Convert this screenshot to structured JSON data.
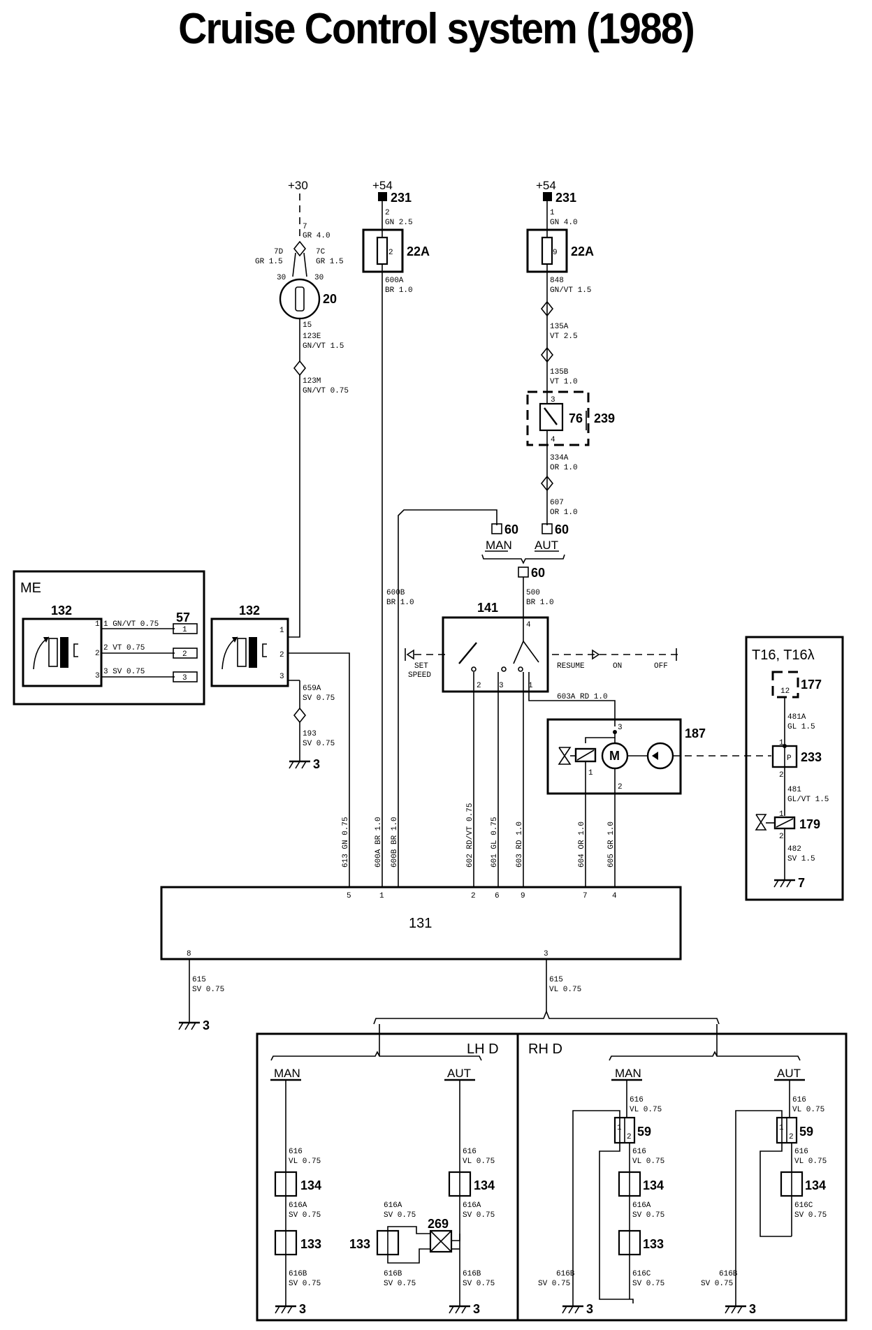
{
  "title": "Cruise Control system (1988)",
  "supplies": {
    "s30": "+30",
    "s54a": "+54",
    "s54b": "+54",
    "c231a": "231",
    "c231b": "231"
  },
  "fuses": {
    "f1_label": "22A",
    "f1_num": "2",
    "f2_label": "22A",
    "f2_num": "9"
  },
  "components": {
    "ign": "20",
    "relay": "239",
    "relay_pin": "76",
    "sw141": "141",
    "unit187": "187",
    "ecu": "131",
    "c132a": "132",
    "c132b": "132",
    "c57": "57",
    "c60a": "60",
    "c60b": "60",
    "c60c": "60",
    "c177": "177",
    "c233": "233",
    "c179": "179",
    "c134a": "134",
    "c134b": "134",
    "c134c": "134",
    "c134d": "134",
    "c133a": "133",
    "c133b": "133",
    "c133c": "133",
    "c269": "269",
    "c59a": "59",
    "c59b": "59",
    "motor": "M",
    "pswitch": "P"
  },
  "boxes": {
    "me": "ME",
    "t16": "T16,  T16λ",
    "lhd": "LH  D",
    "rhd": "RH  D"
  },
  "switch141": {
    "set": "SET",
    "speed": "SPEED",
    "resume": "RESUME",
    "on": "ON",
    "off": "OFF"
  },
  "gearbox": {
    "man1": "MAN",
    "aut1": "AUT",
    "man2": "MAN",
    "aut2": "AUT",
    "man3": "MAN",
    "aut3": "AUT"
  },
  "grounds": {
    "g1": "3",
    "g2": "3",
    "g3": "7",
    "g4": "3",
    "g5": "3",
    "g6": "3",
    "g7": "3"
  },
  "wires": {
    "w7": "7",
    "w7c": "GR 4.0",
    "w7d": "7D",
    "w7dc": "GR 1.5",
    "w7c2": "7C",
    "w7c2c": "GR 1.5",
    "p30a": "30",
    "p30b": "30",
    "p15": "15",
    "w123e": "123E",
    "w123ec": "GN/VT 1.5",
    "w123m": "123M",
    "w123mc": "GN/VT 0.75",
    "w2": "2",
    "w2c": "GN 2.5",
    "w600a": "600A",
    "w600ac": "BR 1.0",
    "w1": "1",
    "w1c": "GN 4.0",
    "w848": "848",
    "w848c": "GN/VT 1.5",
    "w135a": "135A",
    "w135ac": "VT 2.5",
    "w135b": "135B",
    "w135bc": "VT 1.0",
    "r3": "3",
    "r4": "4",
    "w334a": "334A",
    "w334ac": "OR 1.0",
    "w607": "607",
    "w607c": "OR 1.0",
    "w600b": "600B",
    "w600bc": "BR 1.0",
    "w500": "500",
    "w500c": "BR 1.0",
    "w603a": "603A  RD 1.0",
    "m1": "1 GN/VT 0.75",
    "m2": "2  VT 0.75",
    "m3": "3  SV 0.75",
    "k1": "1",
    "k2": "2",
    "k3": "3",
    "j1": "1",
    "j2": "2",
    "j3": "3",
    "w659a": "659A",
    "w659ac": "SV 0.75",
    "w193": "193",
    "w193c": "SV 0.75",
    "s2": "2",
    "s3": "3",
    "s1": "1",
    "s4": "4",
    "u3": "3",
    "u1": "1",
    "u2": "2",
    "v613": "613 GN 0.75",
    "v600a": "600A BR 1.0",
    "v600b": "600B BR 1.0",
    "v602": "602 RD/VT 0.75",
    "v601": "601 GL 0.75",
    "v603": "603 RD 1.0",
    "v604": "604 OR 1.0",
    "v605": "605 GR 1.0",
    "e5": "5",
    "e1": "1",
    "e2": "2",
    "e6": "6",
    "e9": "9",
    "e7": "7",
    "e4": "4",
    "e8": "8",
    "e3": "3",
    "w615a": "615",
    "w615ac": "SV 0.75",
    "w615b": "615",
    "w615bc": "VL 0.75",
    "t12": "12",
    "w481a": "481A",
    "w481ac": "GL 1.5",
    "tp1": "1",
    "tp2": "2",
    "w481": "481",
    "w481c": "GL/VT 1.5",
    "tq1": "1",
    "tq2": "2",
    "w482": "482",
    "w482c": "SV 1.5",
    "l616": "616",
    "l616c": "VL 0.75",
    "l616a": "616A",
    "l616ac": "SV 0.75",
    "l616b": "616B",
    "l616bc": "SV 0.75",
    "a616": "616",
    "a616c": "VL 0.75",
    "a616a": "616A",
    "a616ac": "SV 0.75",
    "a616a2": "616A",
    "a616a2c": "SV 0.75",
    "a616b": "616B",
    "a616bc": "SV 0.75",
    "a616b2": "616B",
    "a616b2c": "SV 0.75",
    "r616": "616",
    "r616c": "VL 0.75",
    "r616b": "616",
    "r616bc": "VL 0.75",
    "r616a": "616A",
    "r616ac": "SV 0.75",
    "r616c2": "616C",
    "r616c2c": "SV 0.75",
    "r616bb": "616B",
    "r616bbc": "SV 0.75",
    "q616": "616",
    "q616c": "VL 0.75",
    "q616b": "616",
    "q616bc": "VL 0.75",
    "q616c3": "616C",
    "q616c3c": "SV 0.75",
    "q616bb": "616B",
    "q616bbc": "SV 0.75",
    "n1": "1",
    "n2": "2",
    "n3": "1",
    "n4": "2"
  }
}
